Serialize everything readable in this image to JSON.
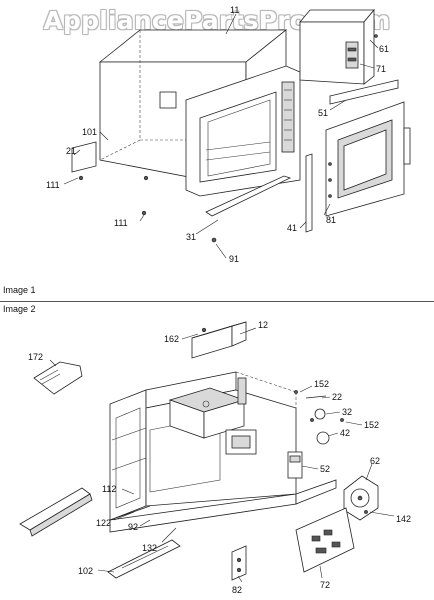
{
  "watermark": "AppliancePartsPros.com",
  "image_labels": [
    "Image 1",
    "Image 2"
  ],
  "callouts_image1": [
    "11",
    "61",
    "71",
    "51",
    "101",
    "21",
    "111",
    "111",
    "31",
    "91",
    "41",
    "81"
  ],
  "callouts_image2": [
    "162",
    "12",
    "172",
    "152",
    "22",
    "32",
    "42",
    "152",
    "52",
    "62",
    "142",
    "112",
    "122",
    "92",
    "132",
    "72",
    "102",
    "82"
  ]
}
